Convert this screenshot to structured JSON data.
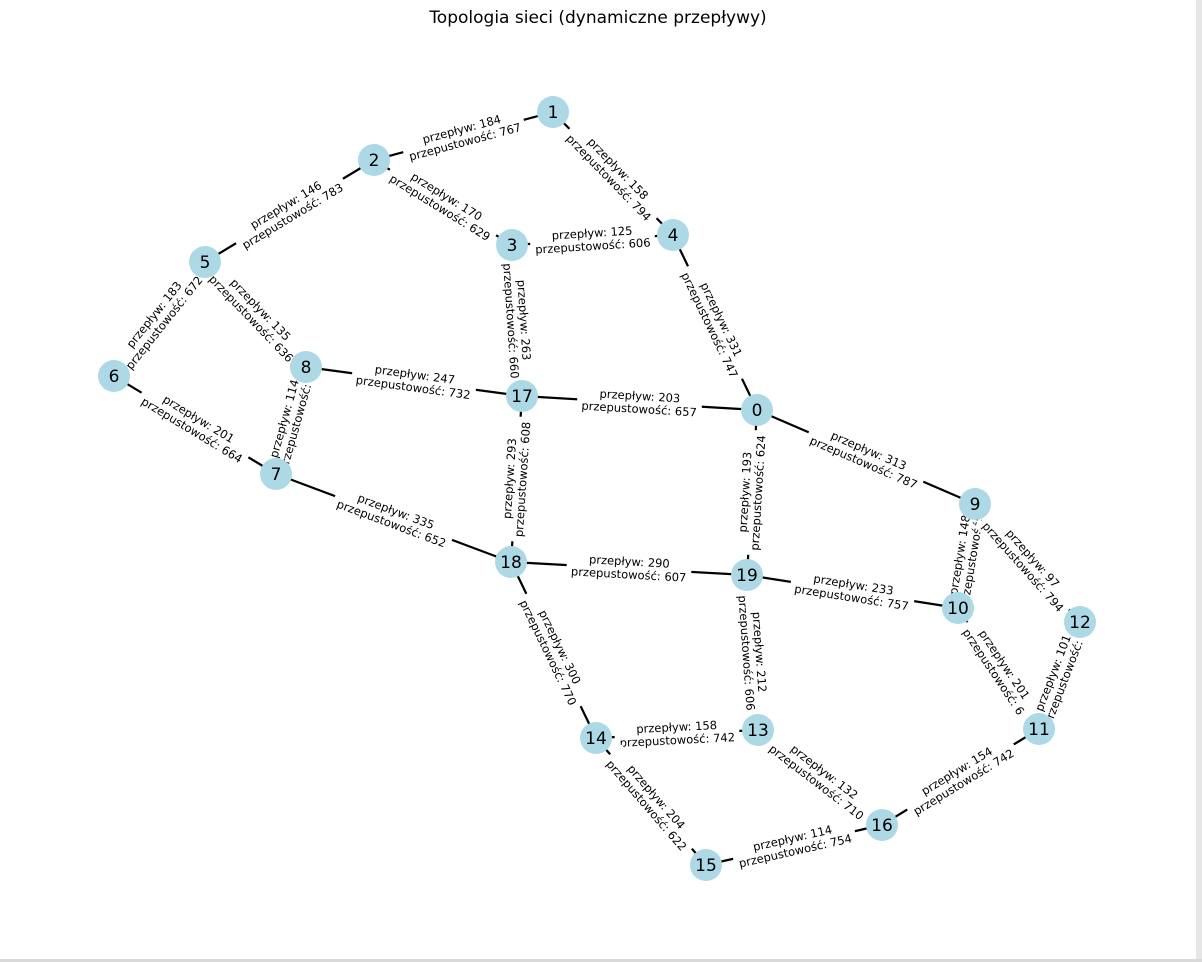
{
  "title": "Topologia sieci (dynamiczne przepływy)",
  "colors": {
    "node_fill": "#add8e6",
    "edge": "#000000",
    "background": "#ffffff"
  },
  "label_prefix": {
    "flow": "przepływ: ",
    "capacity": "przepustowość: "
  },
  "nodes": [
    {
      "id": "0"
    },
    {
      "id": "1"
    },
    {
      "id": "2"
    },
    {
      "id": "3"
    },
    {
      "id": "4"
    },
    {
      "id": "5"
    },
    {
      "id": "6"
    },
    {
      "id": "7"
    },
    {
      "id": "8"
    },
    {
      "id": "9"
    },
    {
      "id": "10"
    },
    {
      "id": "11"
    },
    {
      "id": "12"
    },
    {
      "id": "13"
    },
    {
      "id": "14"
    },
    {
      "id": "15"
    },
    {
      "id": "16"
    },
    {
      "id": "17"
    },
    {
      "id": "18"
    },
    {
      "id": "19"
    }
  ],
  "edges": [
    {
      "source": "1",
      "target": "2",
      "flow": 184,
      "capacity": 767
    },
    {
      "source": "1",
      "target": "4",
      "flow": 158,
      "capacity": 794
    },
    {
      "source": "2",
      "target": "5",
      "flow": 146,
      "capacity": 783
    },
    {
      "source": "2",
      "target": "3",
      "flow": 170,
      "capacity": 629
    },
    {
      "source": "3",
      "target": "4",
      "flow": 125,
      "capacity": 606
    },
    {
      "source": "4",
      "target": "0",
      "flow": 331,
      "capacity": 747
    },
    {
      "source": "3",
      "target": "17",
      "flow": 263,
      "capacity": 660
    },
    {
      "source": "5",
      "target": "6",
      "flow": 183,
      "capacity": 672
    },
    {
      "source": "5",
      "target": "8",
      "flow": 135,
      "capacity": 636
    },
    {
      "source": "6",
      "target": "7",
      "flow": 201,
      "capacity": 664
    },
    {
      "source": "8",
      "target": "7",
      "flow": 114,
      "capacity": 6
    },
    {
      "source": "8",
      "target": "17",
      "flow": 247,
      "capacity": 732
    },
    {
      "source": "17",
      "target": "0",
      "flow": 203,
      "capacity": 657
    },
    {
      "source": "17",
      "target": "18",
      "flow": 293,
      "capacity": 608
    },
    {
      "source": "0",
      "target": "9",
      "flow": 313,
      "capacity": 787
    },
    {
      "source": "0",
      "target": "19",
      "flow": 193,
      "capacity": 624
    },
    {
      "source": "7",
      "target": "18",
      "flow": 335,
      "capacity": 652
    },
    {
      "source": "18",
      "target": "19",
      "flow": 290,
      "capacity": 607
    },
    {
      "source": "18",
      "target": "14",
      "flow": 300,
      "capacity": 770
    },
    {
      "source": "19",
      "target": "10",
      "flow": 233,
      "capacity": 757
    },
    {
      "source": "19",
      "target": "13",
      "flow": 212,
      "capacity": 606
    },
    {
      "source": "9",
      "target": "10",
      "flow": 148,
      "capacity": 7
    },
    {
      "source": "9",
      "target": "12",
      "flow": 97,
      "capacity": 794
    },
    {
      "source": "10",
      "target": "11",
      "flow": 201,
      "capacity": 6
    },
    {
      "source": "12",
      "target": "11",
      "flow": 101,
      "capacity": 7
    },
    {
      "source": "14",
      "target": "13",
      "flow": 158,
      "capacity": 742
    },
    {
      "source": "14",
      "target": "15",
      "flow": 204,
      "capacity": 622
    },
    {
      "source": "13",
      "target": "16",
      "flow": 132,
      "capacity": 710
    },
    {
      "source": "16",
      "target": "11",
      "flow": 154,
      "capacity": 742
    },
    {
      "source": "15",
      "target": "16",
      "flow": 114,
      "capacity": 754
    }
  ]
}
